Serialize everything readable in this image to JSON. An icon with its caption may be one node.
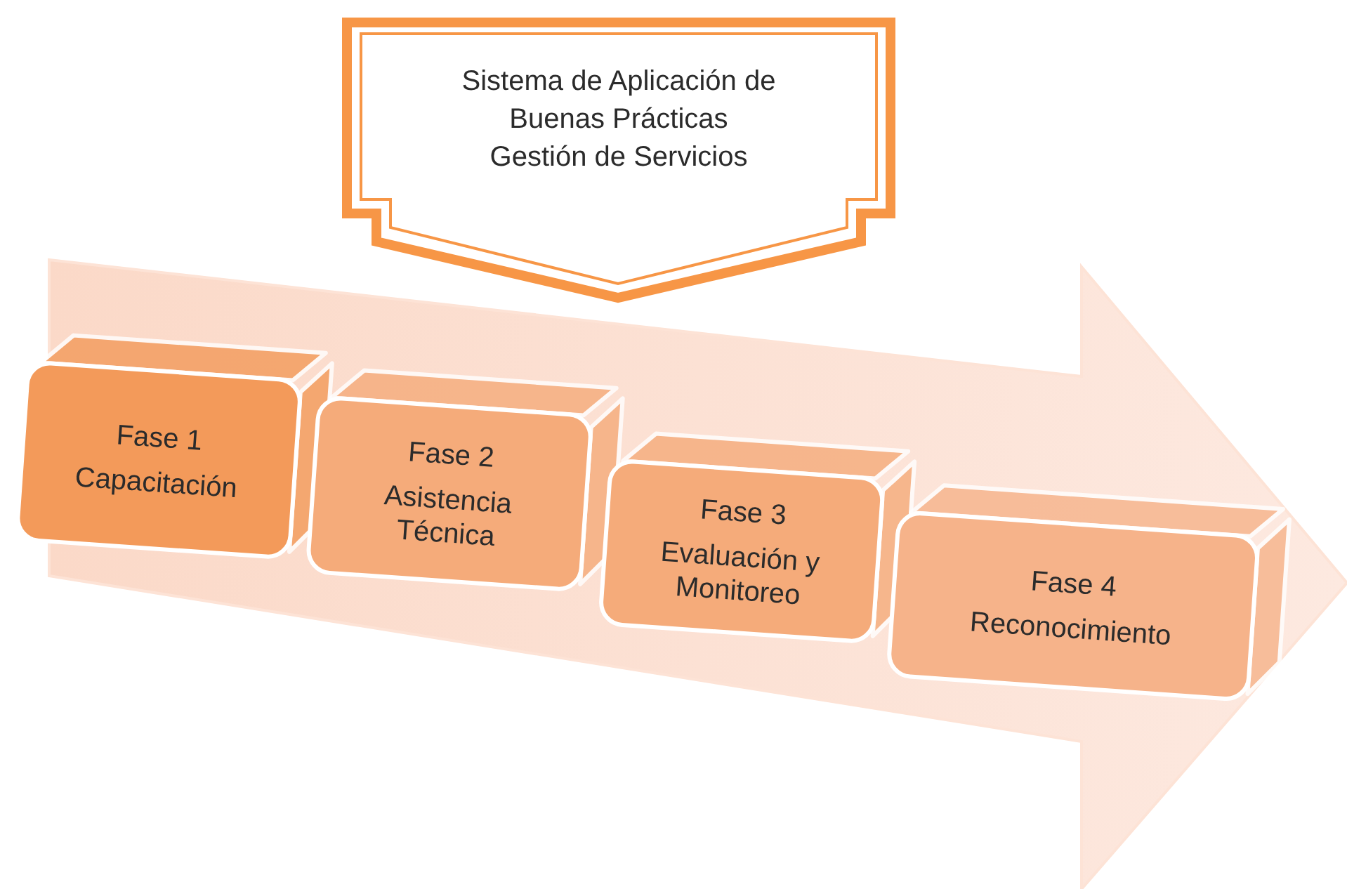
{
  "diagram": {
    "nodes": [
      {
        "text": [
          "Sistema de Aplicación de Buenas Prácticas",
          "Gestión de Servicios"
        ]
      },
      {
        "text": [
          "Fase 1",
          "Capacitación"
        ]
      },
      {
        "text": [
          "Fase 2",
          "Asistencia Técnica"
        ]
      },
      {
        "text": [
          "Fase 3",
          "Evaluación y Monitoreo"
        ]
      },
      {
        "text": [
          "Fase 4",
          "Reconocimiento"
        ]
      }
    ]
  }
}
